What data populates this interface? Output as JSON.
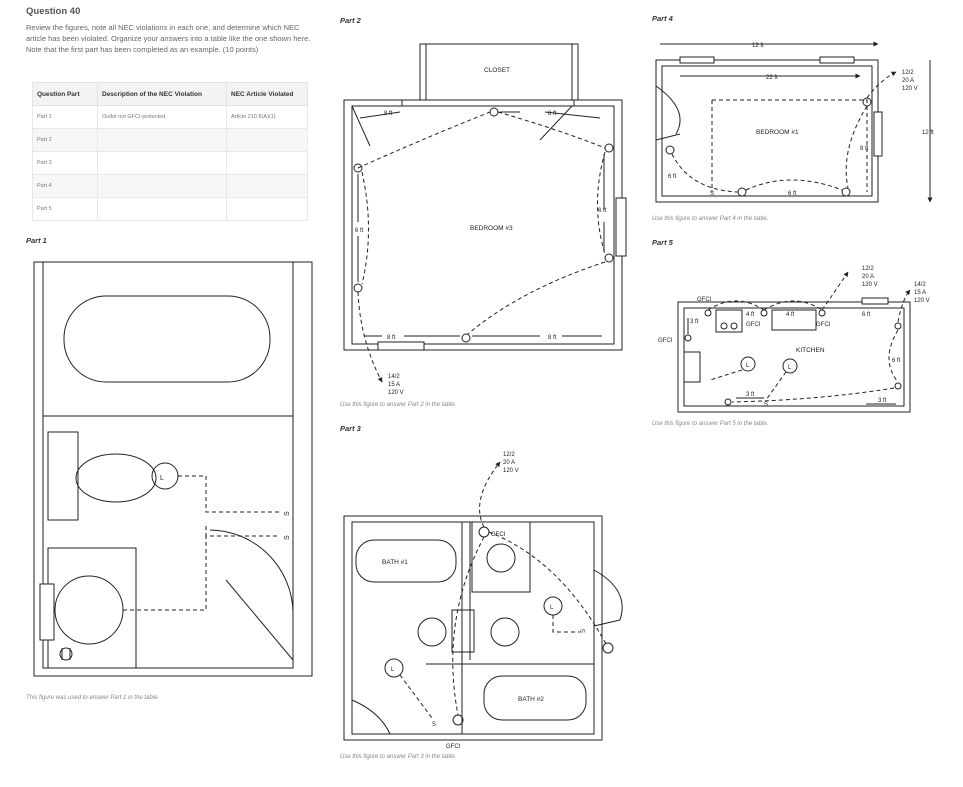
{
  "question": {
    "title": "Question 40",
    "intro": "Review the figures, note all NEC violations in each one, and determine which NEC article has been violated. Organize your answers into a table like the one shown here. Note that the first part has been completed as an example. (10 points)"
  },
  "table": {
    "headers": [
      "Question Part",
      "Description of the NEC Violation",
      "NEC Article Violated"
    ],
    "rows": [
      [
        "Part 1",
        "Outlet not GFCI-protected",
        "Article 210.8(A)(1)"
      ],
      [
        "Part 2",
        "",
        ""
      ],
      [
        "Part 3",
        "",
        ""
      ],
      [
        "Part 4",
        "",
        ""
      ],
      [
        "Part 5",
        "",
        ""
      ]
    ]
  },
  "part1": {
    "title": "Part 1",
    "caption": "This figure was used to answer Part 1 in the table.",
    "switch1": "S",
    "switch2": "S",
    "light": "L"
  },
  "part2": {
    "title": "Part 2",
    "caption": "Use this figure to answer Part 2 in the table.",
    "closet": "CLOSET",
    "room": "BEDROOM #3",
    "dim_8ft": "8 ft",
    "dim_6ft": "6 ft",
    "circuit": [
      "14/2",
      "15 A",
      "120 V"
    ]
  },
  "part3": {
    "title": "Part 3",
    "caption": "Use this figure to answer Part 3 in the table.",
    "bath1": "BATH #1",
    "bath2": "BATH #2",
    "gfci": "GFCI",
    "switch": "S",
    "light": "L",
    "circuit": [
      "12/2",
      "20 A",
      "120 V"
    ]
  },
  "part4": {
    "title": "Part 4",
    "caption": "Use this figure to answer Part 4 in the table.",
    "room": "BEDROOM #1",
    "dim_12ft": "12 ft",
    "dim_22ft": "22 ft",
    "dim_8ft": "8 ft",
    "dim_6ft": "6 ft",
    "switch": "S",
    "circuit": [
      "12/2",
      "20 A",
      "120 V"
    ]
  },
  "part5": {
    "title": "Part 5",
    "caption": "Use this figure to answer Part 5 in the table.",
    "room": "KITCHEN",
    "gfci": "GFCI",
    "dim_3ft": "3 ft",
    "dim_4ft": "4 ft",
    "dim_6ft": "6 ft",
    "switch": "S",
    "light": "L",
    "circuit_a": [
      "12/2",
      "20 A",
      "120 V"
    ],
    "circuit_b": [
      "14/2",
      "15 A",
      "120 V"
    ]
  }
}
